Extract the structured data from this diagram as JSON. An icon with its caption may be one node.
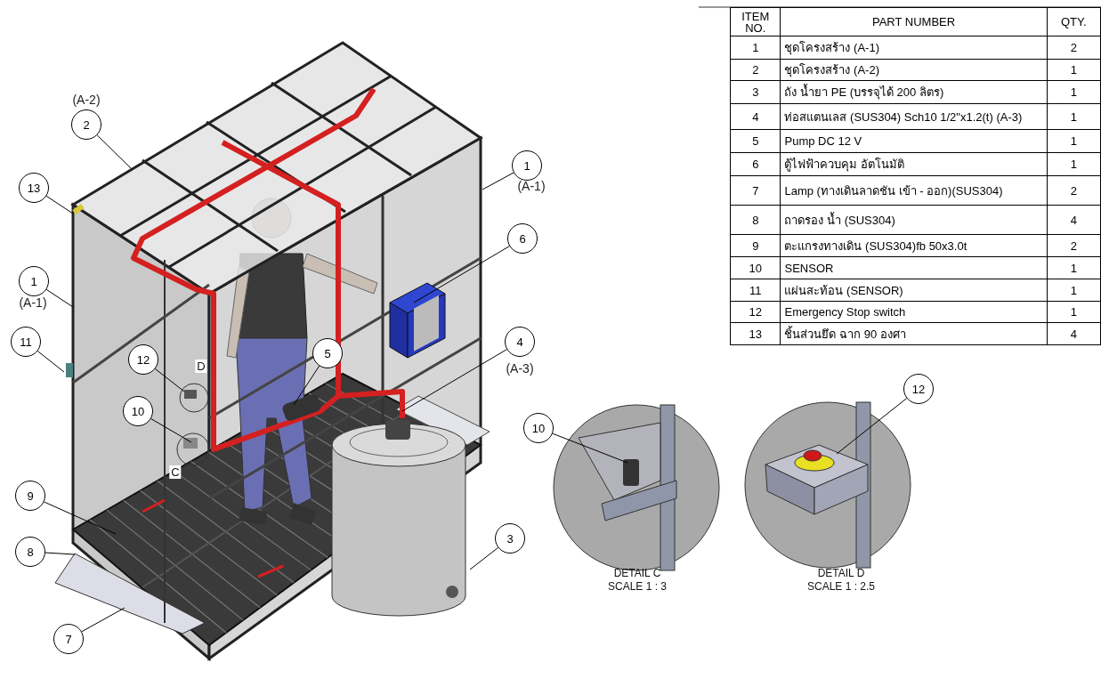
{
  "diagram": {
    "nodes": [
      {
        "text": [
          "2"
        ],
        "beside": [
          "(A-2)"
        ]
      },
      {
        "text": [
          "13"
        ]
      },
      {
        "text": [
          "1"
        ],
        "beside": [
          "(A-1)"
        ]
      },
      {
        "text": [
          "11"
        ]
      },
      {
        "text": [
          "12"
        ]
      },
      {
        "text": [
          "10"
        ]
      },
      {
        "text": [
          "5"
        ]
      },
      {
        "text": [
          "1"
        ],
        "beside": [
          "(A-1)"
        ]
      },
      {
        "text": [
          "6"
        ]
      },
      {
        "text": [
          "4"
        ],
        "beside": [
          "(A-3)"
        ]
      },
      {
        "text": [
          "9"
        ]
      },
      {
        "text": [
          "8"
        ]
      },
      {
        "text": [
          "7"
        ]
      },
      {
        "text": [
          "3"
        ]
      },
      {
        "text": [
          "10"
        ]
      },
      {
        "text": [
          "12"
        ]
      }
    ],
    "edges": [
      {
        "from": 0,
        "to": null,
        "arrow": "none"
      },
      {
        "from": 1,
        "to": null,
        "arrow": "none"
      },
      {
        "from": 2,
        "to": null,
        "arrow": "none"
      },
      {
        "from": 3,
        "to": null,
        "arrow": "none"
      },
      {
        "from": 4,
        "to": null,
        "arrow": "none"
      },
      {
        "from": 5,
        "to": null,
        "arrow": "none"
      },
      {
        "from": 6,
        "to": null,
        "arrow": "none"
      },
      {
        "from": 7,
        "to": null,
        "arrow": "none"
      },
      {
        "from": 8,
        "to": null,
        "arrow": "none"
      },
      {
        "from": 9,
        "to": null,
        "arrow": "none"
      },
      {
        "from": 10,
        "to": null,
        "arrow": "none"
      },
      {
        "from": 11,
        "to": null,
        "arrow": "none"
      },
      {
        "from": 12,
        "to": null,
        "arrow": "none"
      },
      {
        "from": 13,
        "to": null,
        "arrow": "none"
      },
      {
        "from": 14,
        "to": null,
        "arrow": "none"
      },
      {
        "from": 15,
        "to": null,
        "arrow": "none"
      }
    ],
    "labels": [
      "ITEM NO.",
      "PART NUMBER",
      "QTY.",
      "1",
      "ชุดโครงสร้าง (A-1)",
      "2",
      "2",
      "ชุดโครงสร้าง (A-2)",
      "1",
      "3",
      "ถัง น้ำยา PE  (บรรจุได้  200 ลิตร)",
      "1",
      "4",
      "ท่อสแตนเลส (SUS304) Sch10  1/2\"x1.2(t) (A-3)",
      "1",
      "5",
      "Pump  DC 12 V",
      "1",
      "6",
      "ตู้ไฟฟ้าควบคุม อัตโนมัติ",
      "1",
      "7",
      "Lamp (ทางเดินลาดชัน เข้า - ออก)(SUS304)",
      "2",
      "8",
      "ถาดรอง น้ำ (SUS304)",
      "4",
      "9",
      "ตะแกรงทางเดิน (SUS304)fb 50x3.0t",
      "2",
      "10",
      "SENSOR",
      "1",
      "11",
      "แผ่นสะท้อน (SENSOR)",
      "1",
      "12",
      "Emergency Stop switch",
      "1",
      "13",
      "ชิ้นส่วนยึด ฉาก 90 องศา",
      "4",
      "D",
      "C",
      "DETAIL C",
      "SCALE 1 : 3",
      "DETAIL D",
      "SCALE 1 : 2.5"
    ]
  }
}
